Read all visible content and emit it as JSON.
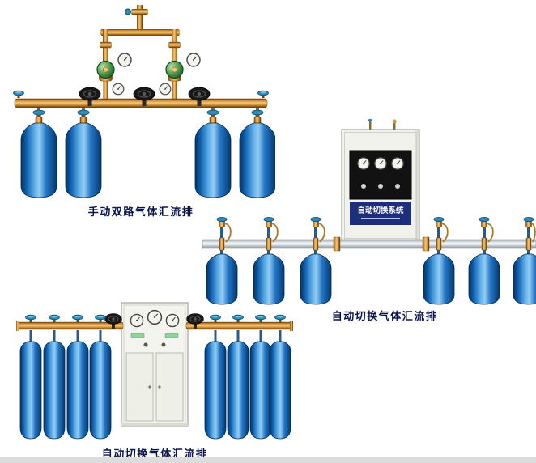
{
  "page": {
    "background": "#ffffff",
    "footer_bar_color": "#dcdcdc"
  },
  "colors": {
    "caption_text": "#0d1550",
    "brass_pipe": "#c8873b",
    "steel_pipe": "#cfd6db",
    "cylinder_blue": "#1e74c8",
    "knob_teal": "#2e8bb8",
    "regulator_green": "#3f8f4a",
    "cabinet_body": "#f1f2ec",
    "cabinet_panel": "#121212",
    "cabinet_band": "#1e2f7a"
  },
  "products": [
    {
      "id": "manual-dual-gas-manifold",
      "caption": "手动双路气体汇流排",
      "cylinders": 4
    },
    {
      "id": "auto-switch-gas-manifold-wall-cabinet",
      "caption": "自动切换气体汇流排",
      "cabinet_label": "自动切换系统",
      "cylinders": 6
    },
    {
      "id": "auto-switch-gas-manifold-floor-cabinet",
      "caption": "自动切换气体汇流排",
      "cylinders": 8
    }
  ]
}
